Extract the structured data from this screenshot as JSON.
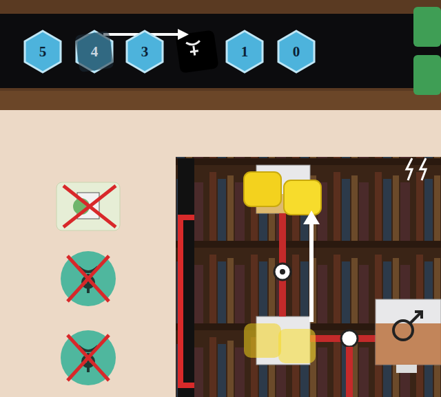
{
  "diagram": {
    "nodes": [
      {
        "text": [
          "5"
        ]
      },
      {
        "text": [
          "4"
        ]
      },
      {
        "text": [
          "3"
        ]
      },
      {
        "text": [
          "1"
        ]
      },
      {
        "text": [
          "0"
        ]
      }
    ]
  }
}
